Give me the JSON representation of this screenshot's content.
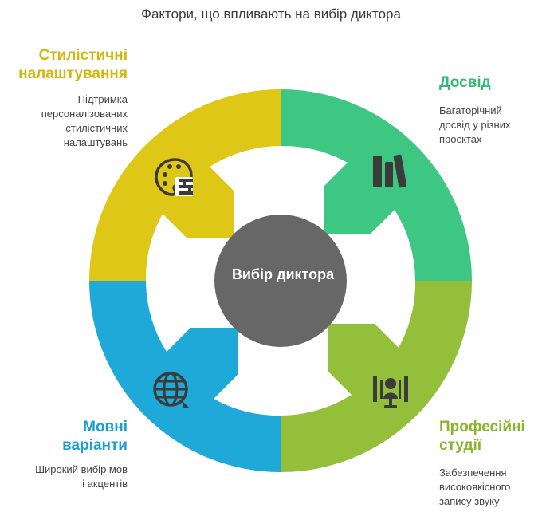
{
  "title": "Фактори, що впливають на вибір диктора",
  "center": {
    "label": "Вибір диктора"
  },
  "colors": {
    "style": "#dfc717",
    "experience": "#3ec783",
    "studio": "#94bf3a",
    "language": "#1fa9d8",
    "hub": "#676767",
    "style_text": "#d2b80e",
    "experience_text": "#35b974",
    "studio_text": "#8ab52c",
    "language_text": "#1a9fd2",
    "icon": "#3b3b3b"
  },
  "quadrants": {
    "style": {
      "label_line1": "Стилістичні",
      "label_line2": "налаштування",
      "desc_line1": "Підтримка",
      "desc_line2": "персоналізованих",
      "desc_line3": "стилістичних",
      "desc_line4": "налаштувань",
      "icon": "palette-icon"
    },
    "experience": {
      "label_line1": "Досвід",
      "desc_line1": "Багаторічний",
      "desc_line2": "досвід у різних",
      "desc_line3": "проєктах",
      "icon": "books-icon"
    },
    "language": {
      "label_line1": "Мовні",
      "label_line2": "варіанти",
      "desc_line1": "Широкий вибір мов",
      "desc_line2": "і акцентів",
      "icon": "globe-chat-icon"
    },
    "studio": {
      "label_line1": "Професійні",
      "label_line2": "студії",
      "desc_line1": "Забезпечення",
      "desc_line2": "високоякісного",
      "desc_line3": "запису звуку",
      "icon": "studio-microphone-icon"
    }
  }
}
